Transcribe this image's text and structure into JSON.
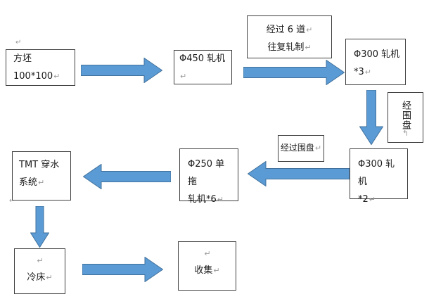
{
  "colors": {
    "background": "#ffffff",
    "text_color": "#1a1a1a",
    "box_border": "#404040",
    "arrow_fill": "#5B9BD5",
    "arrow_stroke": "#41719C",
    "mark_color": "#9a9a9a"
  },
  "marks": {
    "return_glyph": "↵",
    "vertical_return_glyph": "↰"
  },
  "boxes": {
    "billet": {
      "line1": "方坯 100*100"
    },
    "mill450": {
      "line1": "Φ450 轧机"
    },
    "pass6": {
      "line1": "经过 6 道",
      "line2": "往复轧制"
    },
    "mill300x3": {
      "line1": "Φ300 轧机",
      "line2": "*3"
    },
    "coil_vertical": {
      "label": "经围盘"
    },
    "mill300x2": {
      "line1": "Φ300 轧机",
      "line2": "*2"
    },
    "via_coil": {
      "line1": "经过围盘"
    },
    "mill250": {
      "line1": "Φ250 单拖",
      "line2": "轧机*6"
    },
    "tmt": {
      "line1": "TMT 穿水",
      "line2": "系统"
    },
    "cooling_bed": {
      "line2": "冷床"
    },
    "collect": {
      "line2": "收集"
    }
  }
}
